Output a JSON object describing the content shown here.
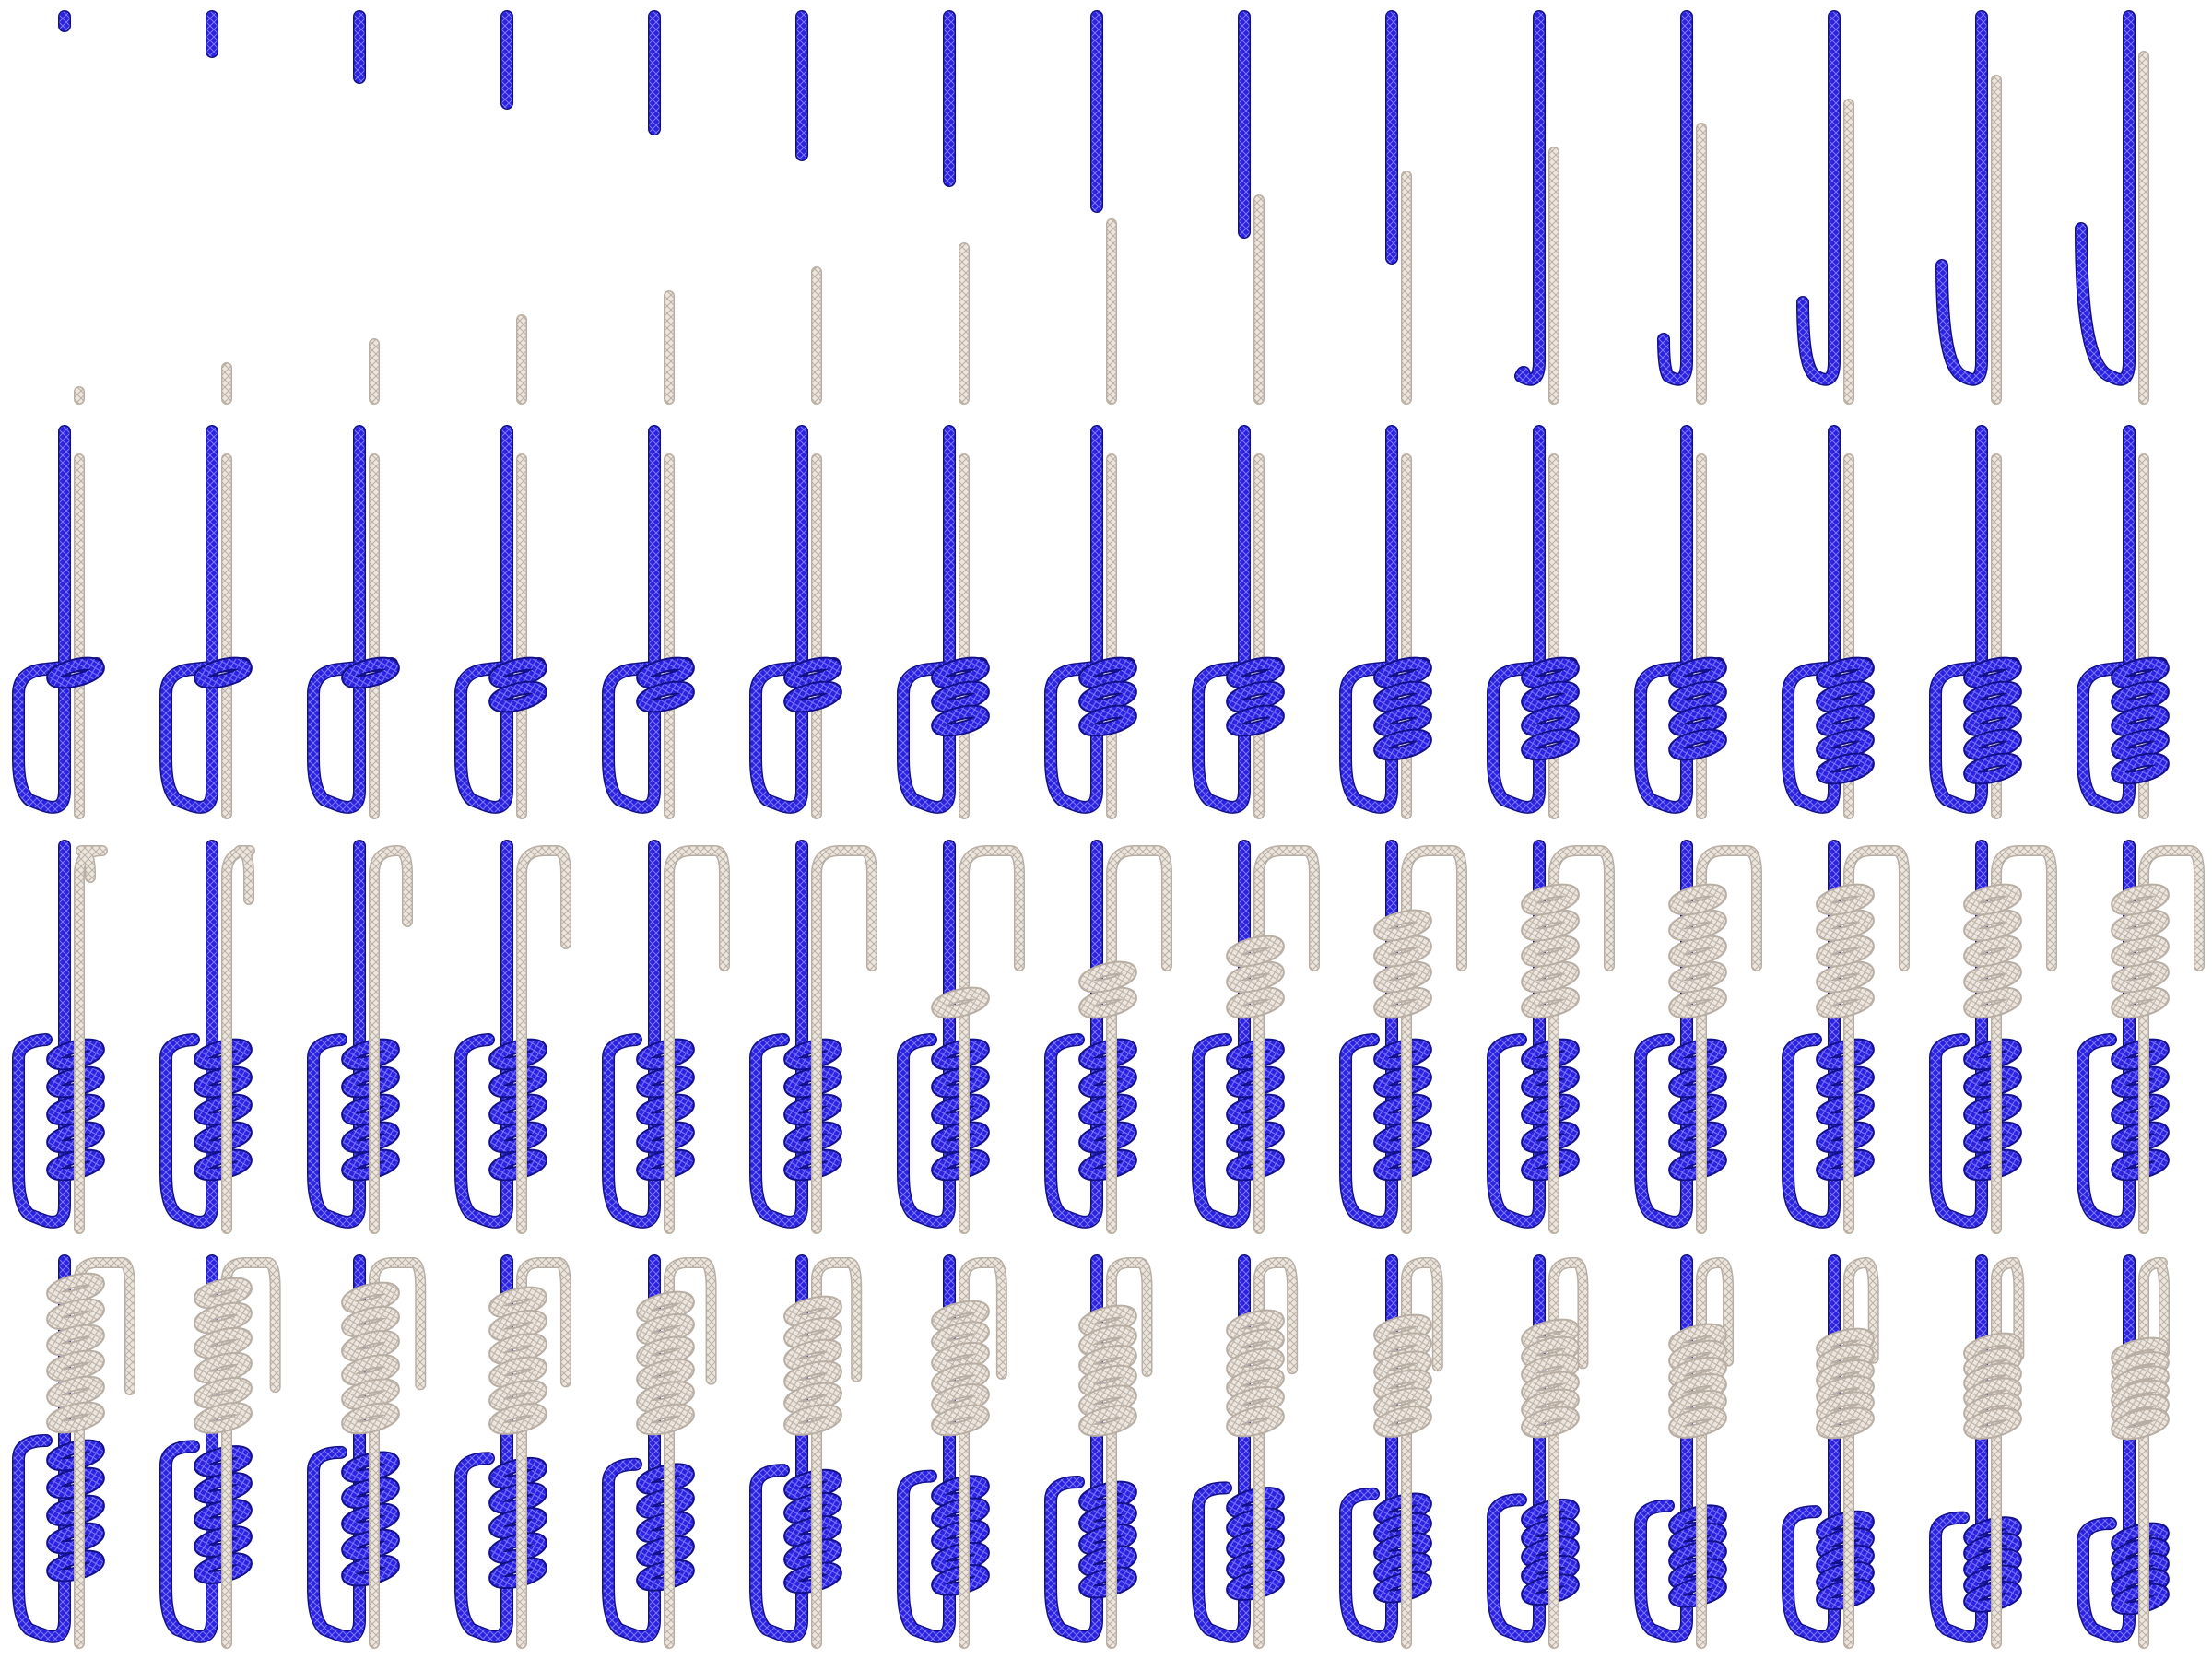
{
  "colors": {
    "blue_rope": "#2a22e0",
    "blue_rope_dark": "#12108a",
    "white_rope": "#ece6de",
    "white_rope_shade": "#b9aea4",
    "background": "#ffffff"
  },
  "sequence": {
    "grid": {
      "rows": 4,
      "columns": 15
    },
    "frame_count": 60,
    "ropes": [
      "blue-rope",
      "white-rope"
    ],
    "stages": [
      "blue-end-grows",
      "blue-end-bends",
      "blue-coils-wrap",
      "white-end-bends",
      "white-coils-wrap",
      "knot-tightens"
    ]
  }
}
